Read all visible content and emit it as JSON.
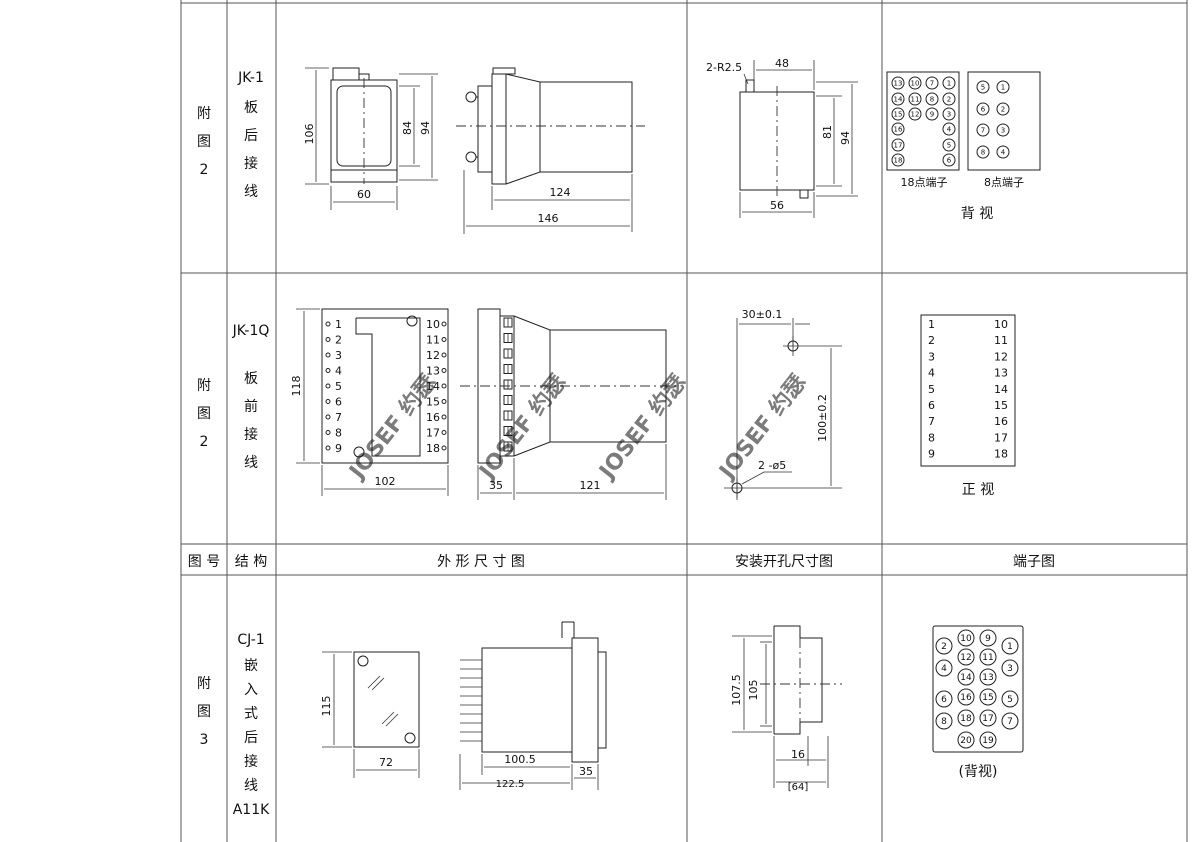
{
  "header": {
    "figure_no": "图 号",
    "structure": "结 构",
    "outline": "外  形  尺  寸  图",
    "mounting": "安装开孔尺寸图",
    "terminal": "端子图"
  },
  "rows": [
    {
      "figure_chars": [
        "附",
        "图",
        "2"
      ],
      "structure_chars": [
        "JK-1",
        "板",
        "后",
        "接",
        "线"
      ],
      "outline_dims": [
        "106",
        "84",
        "94",
        "60",
        "124",
        "146"
      ],
      "mount_dims": [
        "2-R2.5",
        "48",
        "81",
        "94",
        "56"
      ],
      "terminal_captions": [
        "18点端子",
        "8点端子"
      ],
      "terminal_view": "背 视",
      "terminals_18": [
        "13",
        "10",
        "7",
        "1",
        "14",
        "11",
        "8",
        "2",
        "15",
        "12",
        "9",
        "3",
        "16",
        "4",
        "17",
        "5",
        "18",
        "6"
      ],
      "terminals_8": [
        "5",
        "1",
        "6",
        "2",
        "7",
        "3",
        "8",
        "4"
      ]
    },
    {
      "figure_chars": [
        "附",
        "图",
        "2"
      ],
      "structure_chars": [
        "JK-1Q",
        "板",
        "前",
        "接",
        "线"
      ],
      "outline_dims": [
        "118",
        "102",
        "35",
        "121"
      ],
      "front_left_labels": [
        "1",
        "2",
        "3",
        "4",
        "5",
        "6",
        "7",
        "8",
        "9"
      ],
      "front_right_labels": [
        "10",
        "11",
        "12",
        "13",
        "14",
        "15",
        "16",
        "17",
        "18"
      ],
      "mount_dims": [
        "30±0.1",
        "100±0.2",
        "2 -ø5"
      ],
      "terminal_left": [
        "1",
        "2",
        "3",
        "4",
        "5",
        "6",
        "7",
        "8",
        "9"
      ],
      "terminal_right": [
        "10",
        "11",
        "12",
        "13",
        "14",
        "15",
        "16",
        "17",
        "18"
      ],
      "terminal_view": "正 视"
    },
    {
      "figure_chars": [
        "附",
        "图",
        "3"
      ],
      "structure_chars": [
        "CJ-1",
        "嵌",
        "入",
        "式",
        "后",
        "接",
        "线",
        "A11K"
      ],
      "outline_dims": [
        "115",
        "72",
        "100.5",
        "122.5",
        "35"
      ],
      "mount_dims": [
        "107.5",
        "105",
        "16",
        "[64]"
      ],
      "terminals": [
        "10",
        "9",
        "1",
        "2",
        "12",
        "11",
        "4",
        "14",
        "13",
        "3",
        "6",
        "16",
        "15",
        "5",
        "8",
        "18",
        "17",
        "7",
        "20",
        "19"
      ],
      "terminal_view": "(背视)"
    }
  ],
  "watermark": "JOSEF 约瑟",
  "icons": {
    "terminal_circle": "circle-terminal-icon"
  }
}
